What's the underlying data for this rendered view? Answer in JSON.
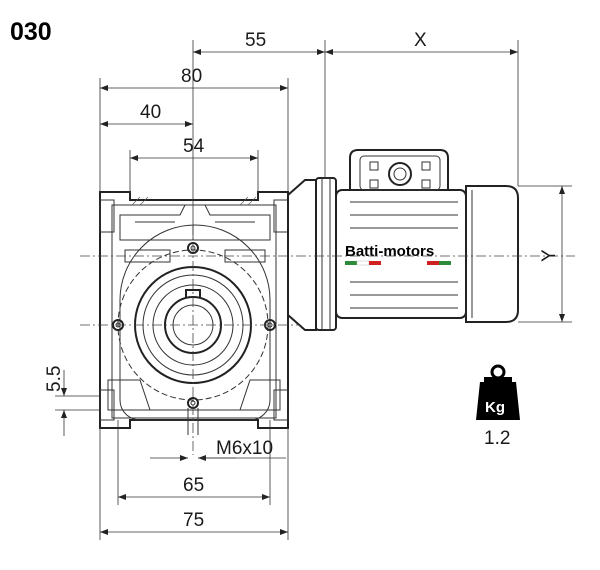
{
  "title": "030",
  "brand": {
    "name": "Batti-motors",
    "stripe_colors": [
      "#2e8b3a",
      "#ffffff",
      "#d02020"
    ]
  },
  "dimensions": {
    "top_55": "55",
    "top_x": "X",
    "d80": "80",
    "d40": "40",
    "d54": "54",
    "right_y": "Y",
    "left_5_5": "5.5",
    "bolt": "M6x10",
    "d65": "65",
    "d75": "75"
  },
  "weight": {
    "icon": "weight-icon",
    "unit": "Kg",
    "value": "1.2"
  }
}
